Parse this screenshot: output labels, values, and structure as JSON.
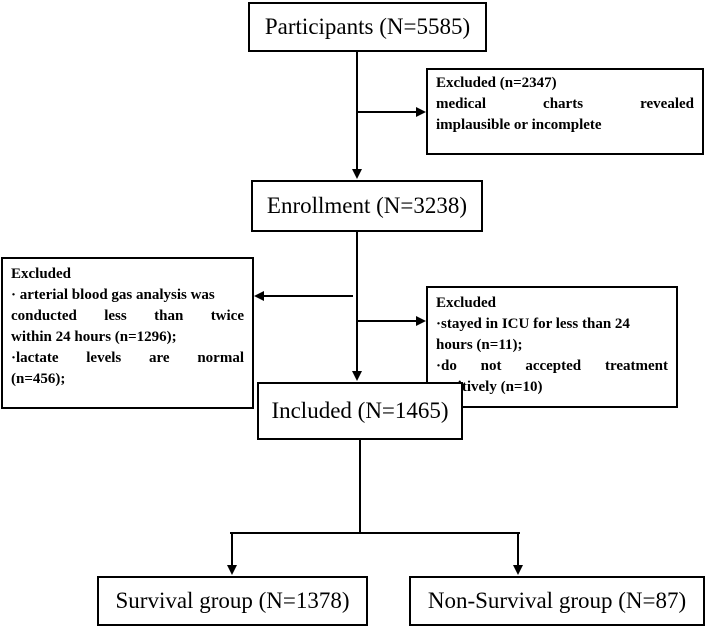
{
  "nodes": {
    "participants": "Participants (N=5585)",
    "enrollment": "Enrollment (N=3238)",
    "included": "Included (N=1465)",
    "survival": "Survival group (N=1378)",
    "nonsurvival": "Non-Survival group (N=87)"
  },
  "excluded1": {
    "header": "Excluded (n=2347)",
    "line1": "medical charts revealed",
    "line2": "implausible or incomplete"
  },
  "excluded_left": {
    "header": "Excluded",
    "line1": "· arterial blood gas analysis was",
    "line2": "conducted less than twice",
    "line3": "within 24 hours (n=1296);",
    "line4": "·lactate levels are normal",
    "line5": "(n=456);"
  },
  "excluded_right": {
    "header": "Excluded",
    "line1": "·stayed in ICU for less than 24",
    "line2": "hours (n=11);",
    "line3": "·do not accepted treatment",
    "line4": "positively (n=10)"
  },
  "colors": {
    "line": "#000000",
    "background": "#ffffff"
  }
}
